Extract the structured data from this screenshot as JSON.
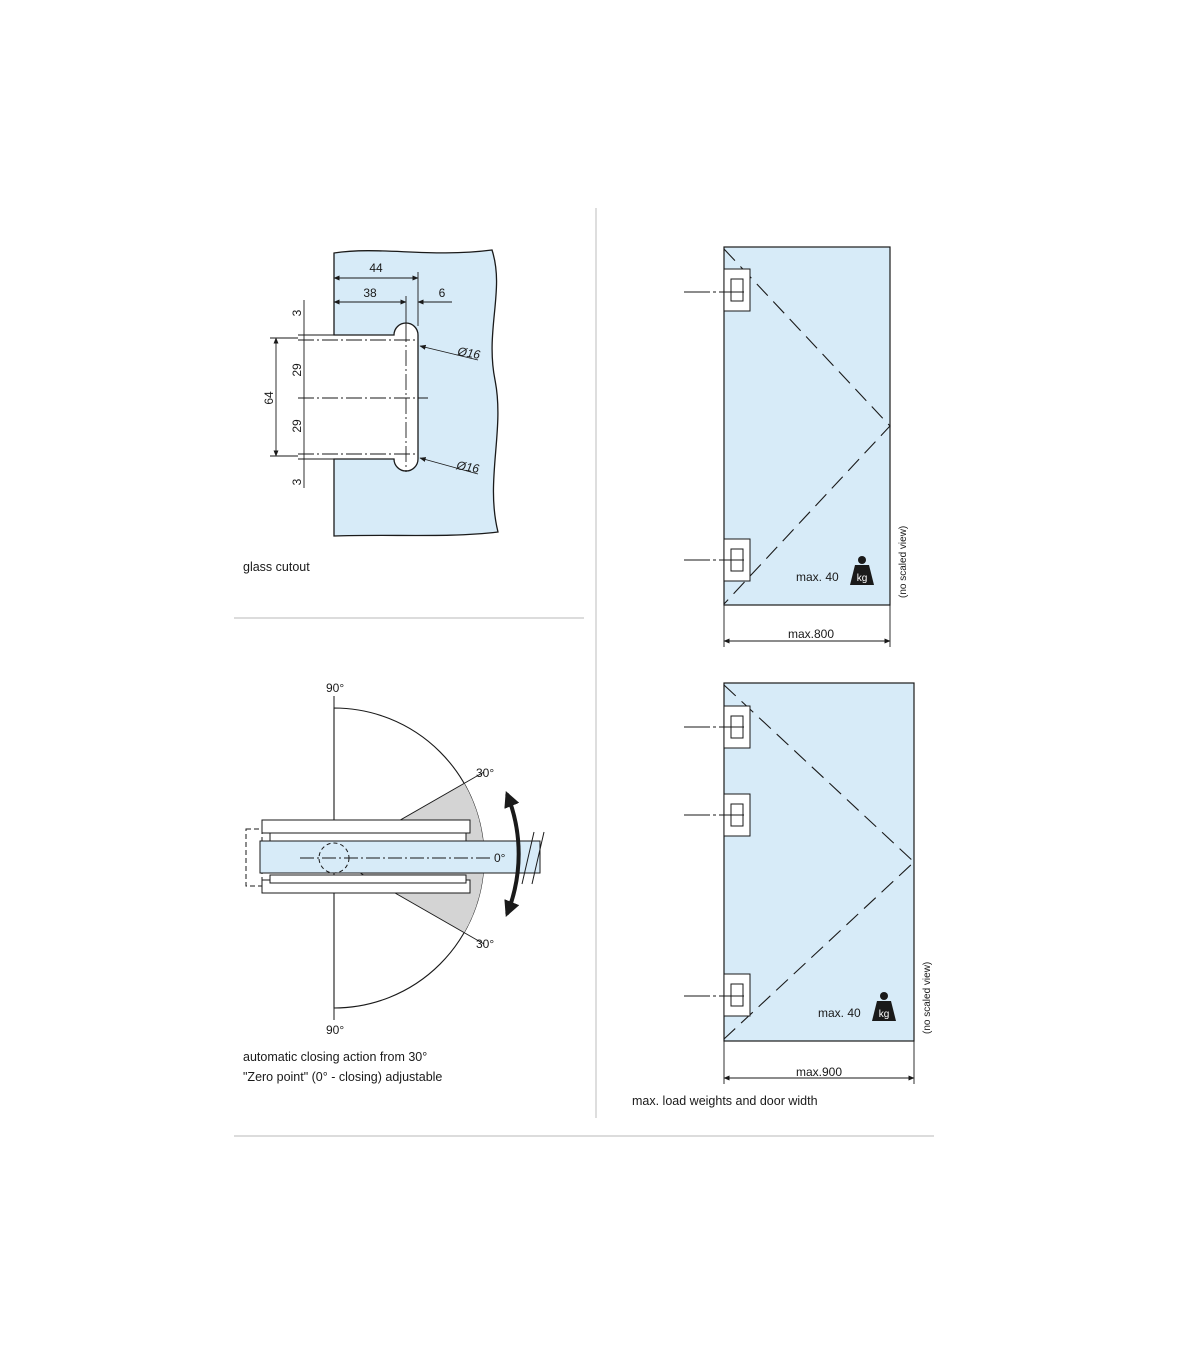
{
  "colors": {
    "glass": "#d7ebf8",
    "line": "#1a1a1a",
    "divider": "#c8c8c8",
    "sector": "#d4d4d4"
  },
  "cutout": {
    "dim_44": "44",
    "dim_38": "38",
    "dim_6": "6",
    "dim_3_top": "3",
    "dim_29_top": "29",
    "dim_29_bottom": "29",
    "dim_3_bottom": "3",
    "dim_64": "64",
    "dia_top": "Ø16",
    "dia_bottom": "Ø16",
    "caption": "glass cutout"
  },
  "rotation": {
    "angle_top": "90°",
    "angle_30_top": "30°",
    "angle_0": "0°",
    "angle_30_bottom": "30°",
    "angle_bottom": "90°",
    "caption_line1": "automatic closing action from 30°",
    "caption_line2": "\"Zero point\" (0° - closing) adjustable"
  },
  "door_small": {
    "load_label": "max.  40",
    "kg_icon": "kg",
    "width_label": "max.800",
    "note": "(no scaled view)"
  },
  "door_large": {
    "load_label": "max.  40",
    "kg_icon": "kg",
    "width_label": "max.900",
    "note": "(no scaled view)"
  },
  "caption_right": "max. load weights and door width"
}
